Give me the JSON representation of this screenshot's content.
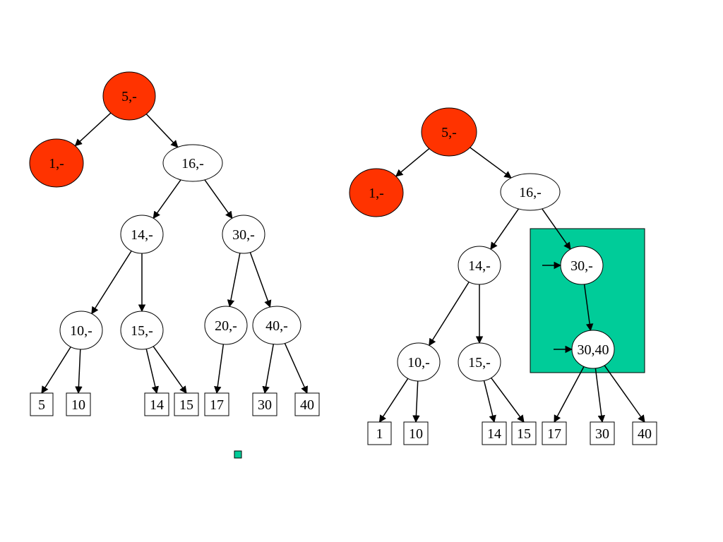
{
  "colors": {
    "red_node": "#ff3300",
    "white_node": "#ffffff",
    "highlight": "#00cc99",
    "stroke": "#000000"
  },
  "trees": [
    {
      "name": "left-tree",
      "nodes": [
        {
          "id": "L1",
          "label": "5,-",
          "color": "red"
        },
        {
          "id": "L2",
          "label": "1,-",
          "color": "red"
        },
        {
          "id": "L3",
          "label": "16,-",
          "color": "white"
        },
        {
          "id": "L4",
          "label": "14,-",
          "color": "white"
        },
        {
          "id": "L5",
          "label": "30,-",
          "color": "white"
        },
        {
          "id": "L6",
          "label": "10,-",
          "color": "white"
        },
        {
          "id": "L7",
          "label": "15,-",
          "color": "white"
        },
        {
          "id": "L8",
          "label": "20,-",
          "color": "white"
        },
        {
          "id": "L9",
          "label": "40,-",
          "color": "white"
        }
      ],
      "leaves": [
        {
          "id": "LL1",
          "label": "5"
        },
        {
          "id": "LL2",
          "label": "10"
        },
        {
          "id": "LL3",
          "label": "14"
        },
        {
          "id": "LL4",
          "label": "15"
        },
        {
          "id": "LL5",
          "label": "17"
        },
        {
          "id": "LL6",
          "label": "30"
        },
        {
          "id": "LL7",
          "label": "40"
        }
      ],
      "edges": [
        [
          "L1",
          "L2"
        ],
        [
          "L1",
          "L3"
        ],
        [
          "L3",
          "L4"
        ],
        [
          "L3",
          "L5"
        ],
        [
          "L4",
          "L6"
        ],
        [
          "L4",
          "L7"
        ],
        [
          "L5",
          "L8"
        ],
        [
          "L5",
          "L9"
        ],
        [
          "L6",
          "LL1"
        ],
        [
          "L6",
          "LL2"
        ],
        [
          "L7",
          "LL3"
        ],
        [
          "L7",
          "LL4"
        ],
        [
          "L8",
          "LL5"
        ],
        [
          "L9",
          "LL6"
        ],
        [
          "L9",
          "LL7"
        ]
      ]
    },
    {
      "name": "right-tree",
      "nodes": [
        {
          "id": "R1",
          "label": "5,-",
          "color": "red"
        },
        {
          "id": "R2",
          "label": "1,-",
          "color": "red"
        },
        {
          "id": "R3",
          "label": "16,-",
          "color": "white"
        },
        {
          "id": "R4",
          "label": "14,-",
          "color": "white"
        },
        {
          "id": "R5",
          "label": "30,-",
          "color": "white"
        },
        {
          "id": "R6",
          "label": "10,-",
          "color": "white"
        },
        {
          "id": "R7",
          "label": "15,-",
          "color": "white"
        },
        {
          "id": "R8",
          "label": "30,40",
          "color": "white"
        }
      ],
      "leaves": [
        {
          "id": "RL1",
          "label": "1"
        },
        {
          "id": "RL2",
          "label": "10"
        },
        {
          "id": "RL3",
          "label": "14"
        },
        {
          "id": "RL4",
          "label": "15"
        },
        {
          "id": "RL5",
          "label": "17"
        },
        {
          "id": "RL6",
          "label": "30"
        },
        {
          "id": "RL7",
          "label": "40"
        }
      ],
      "edges": [
        [
          "R1",
          "R2"
        ],
        [
          "R1",
          "R3"
        ],
        [
          "R3",
          "R4"
        ],
        [
          "R3",
          "R5"
        ],
        [
          "R4",
          "R6"
        ],
        [
          "R4",
          "R7"
        ],
        [
          "R5",
          "R8"
        ],
        [
          "R6",
          "RL1"
        ],
        [
          "R6",
          "RL2"
        ],
        [
          "R7",
          "RL3"
        ],
        [
          "R7",
          "RL4"
        ],
        [
          "R8",
          "RL5"
        ],
        [
          "R8",
          "RL6"
        ],
        [
          "R8",
          "RL7"
        ]
      ],
      "highlighted_nodes": [
        "R5",
        "R8"
      ]
    }
  ]
}
